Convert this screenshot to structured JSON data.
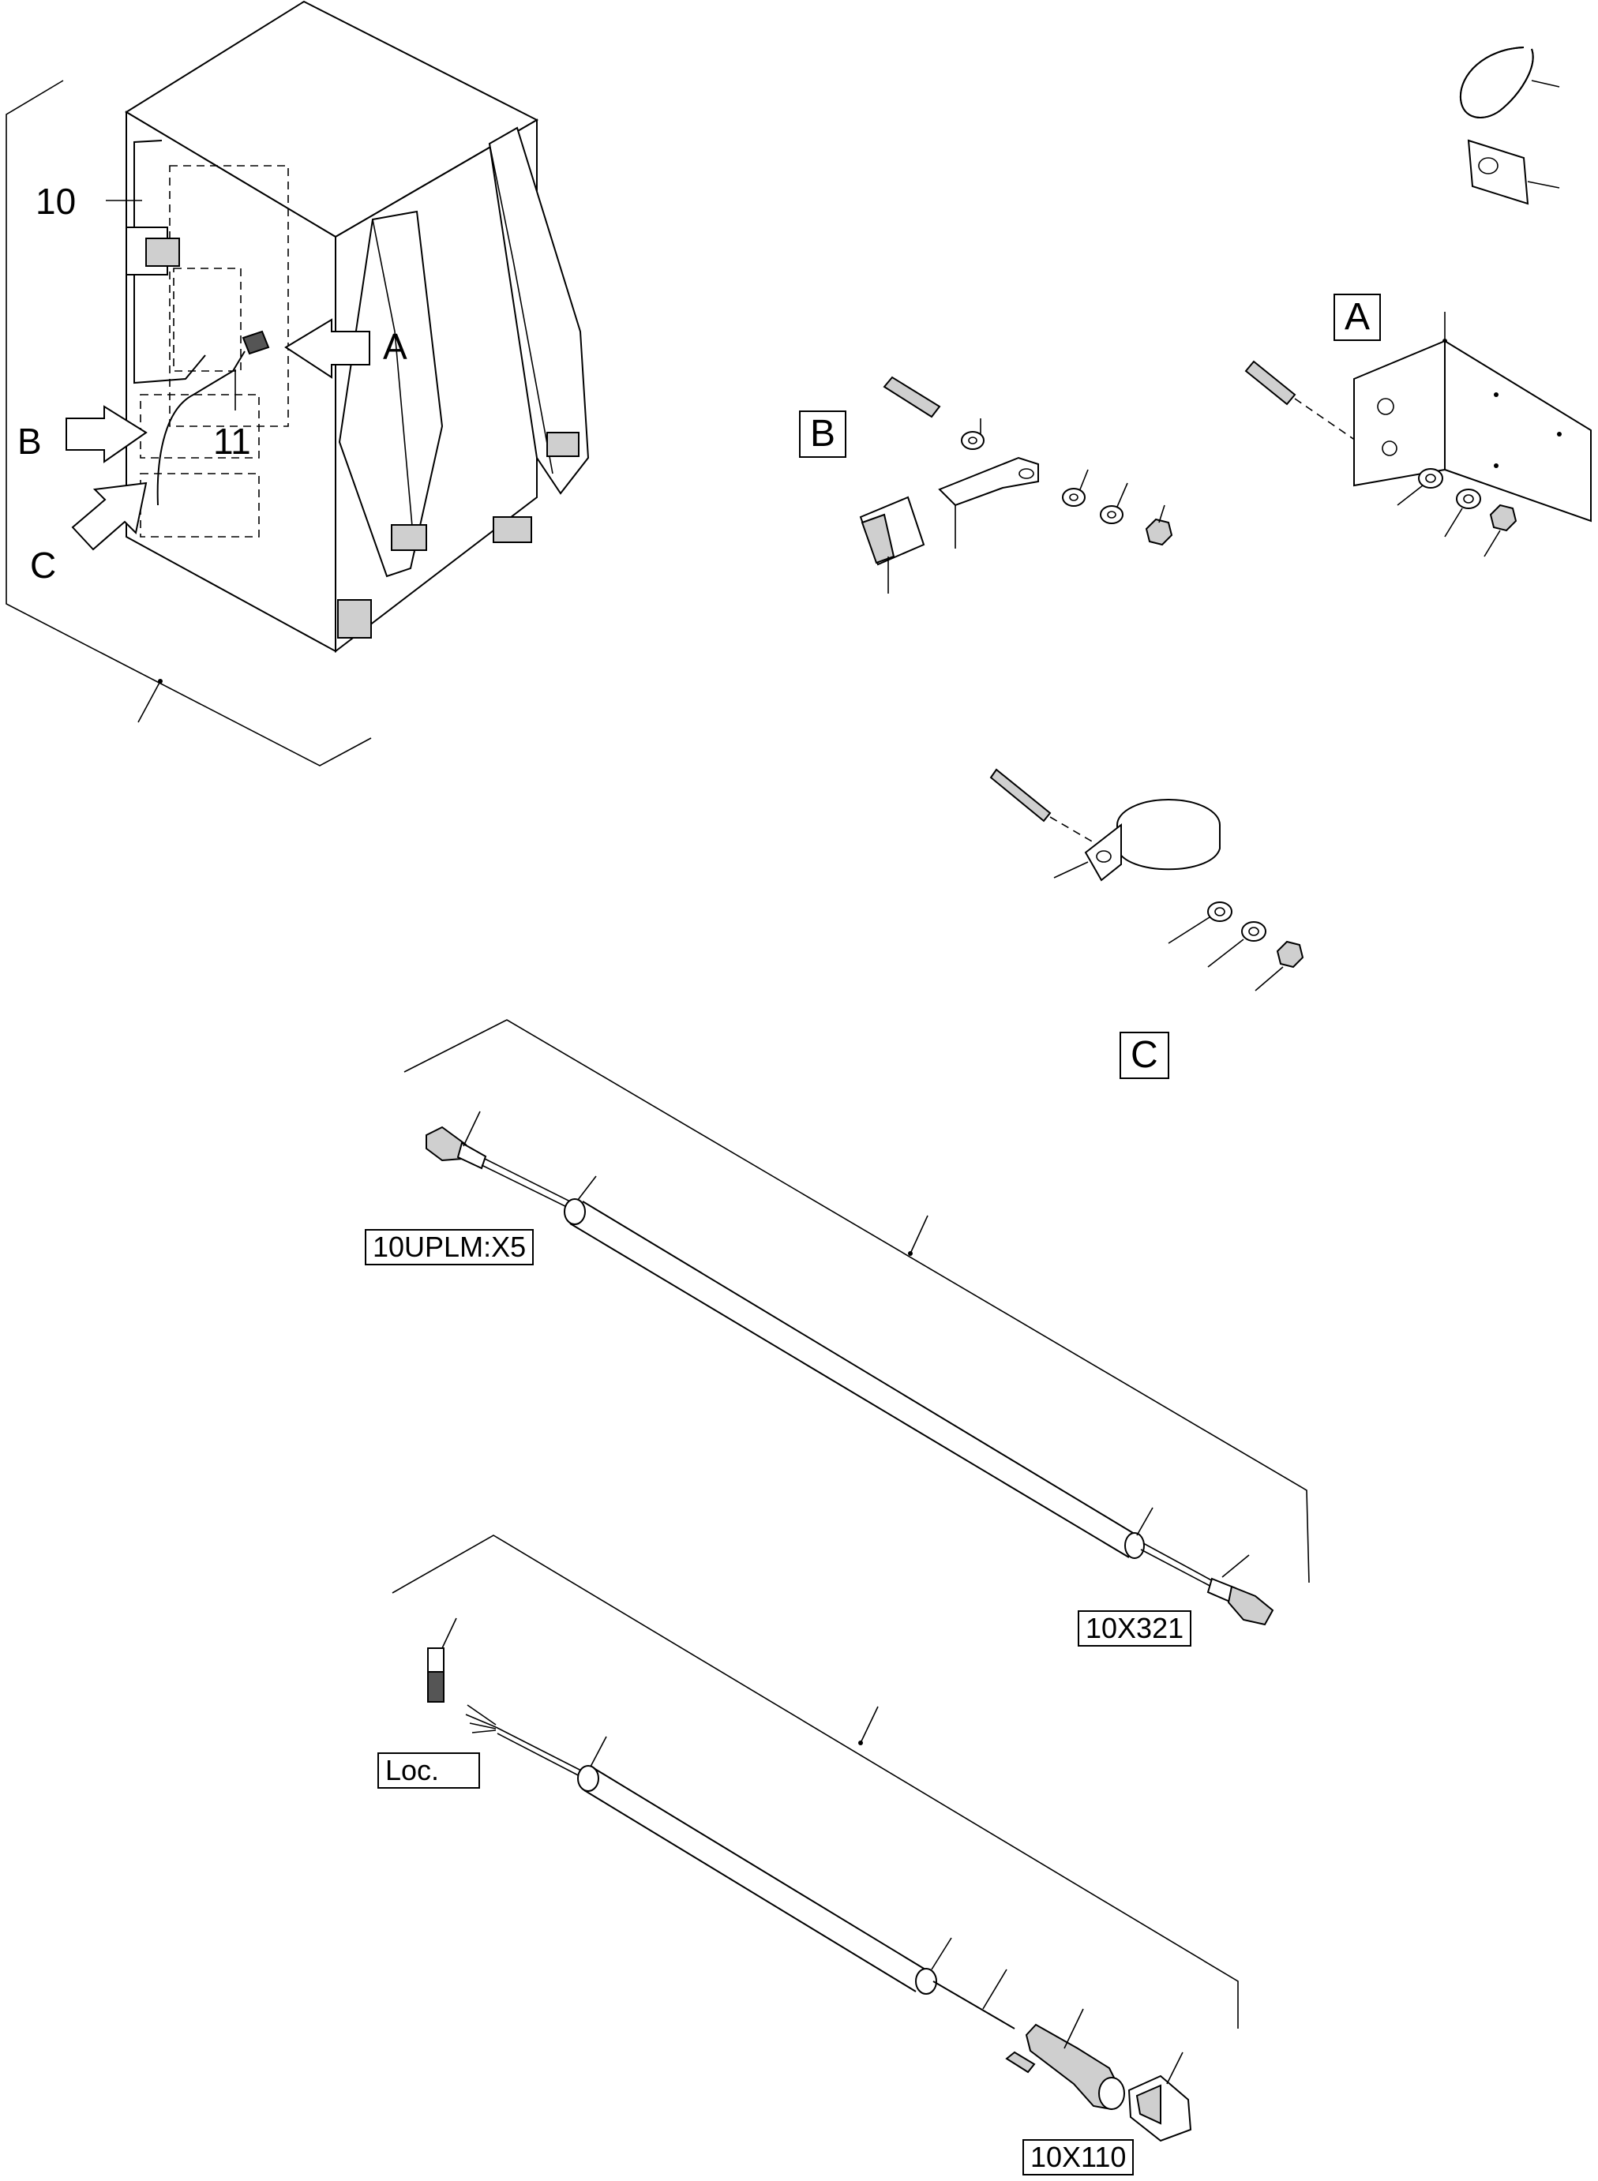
{
  "callouts": {
    "item_10": "10",
    "item_11": "11",
    "arrow_a": "A",
    "arrow_b": "B",
    "arrow_c": "C"
  },
  "detail_boxes": {
    "detail_a": "A",
    "detail_b": "B",
    "detail_c": "C"
  },
  "connector_labels": {
    "top_cable_start": "10UPLM:X5",
    "top_cable_end": "10X321",
    "bottom_cable_start": "Loc.",
    "bottom_cable_end": "10X110"
  }
}
